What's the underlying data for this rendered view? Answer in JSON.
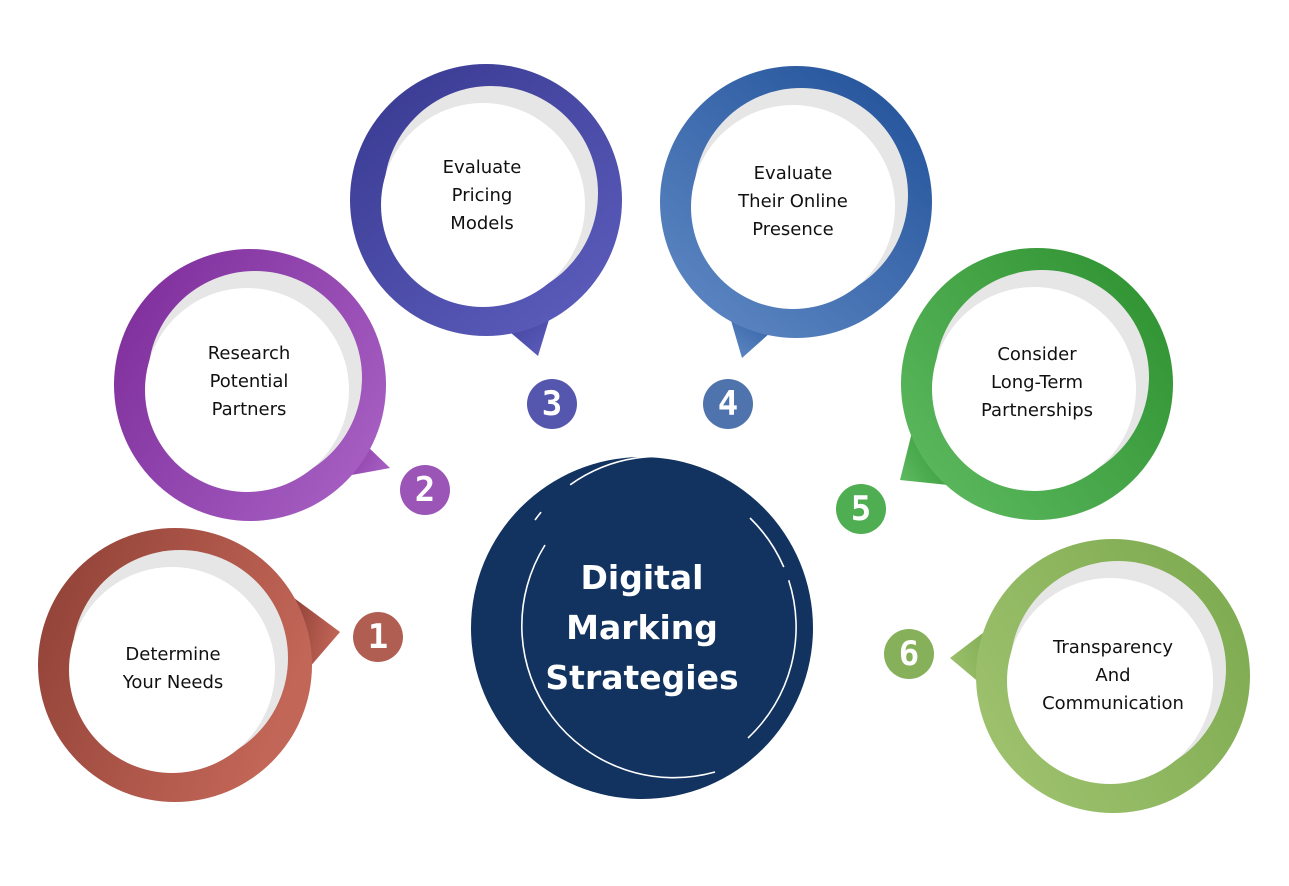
{
  "center": {
    "title": "Digital\nMarking\nStrategies",
    "color": "#12335f"
  },
  "steps": [
    {
      "number": "1",
      "label": "Determine\nYour Needs",
      "color_start": "#8e3f35",
      "color_end": "#c26657",
      "badge_color": "#b05e52"
    },
    {
      "number": "2",
      "label": "Research\nPotential\nPartners",
      "color_start": "#7b2a98",
      "color_end": "#a45cc0",
      "badge_color": "#9b55b6"
    },
    {
      "number": "3",
      "label": "Evaluate\nPricing\nModels",
      "color_start": "#37388f",
      "color_end": "#5b5cbb",
      "badge_color": "#5556ad"
    },
    {
      "number": "4",
      "label": "Evaluate\nTheir Online\nPresence",
      "color_start": "#1f4f98",
      "color_end": "#5c86c2",
      "badge_color": "#4f74ad"
    },
    {
      "number": "5",
      "label": "Consider\nLong-Term\nPartnerships",
      "color_start": "#2b8f2d",
      "color_end": "#5cb85e",
      "badge_color": "#4fae52"
    },
    {
      "number": "6",
      "label": "Transparency\nAnd\nCommunication",
      "color_start": "#7aa84d",
      "color_end": "#9cc06c",
      "badge_color": "#86b05a"
    }
  ]
}
